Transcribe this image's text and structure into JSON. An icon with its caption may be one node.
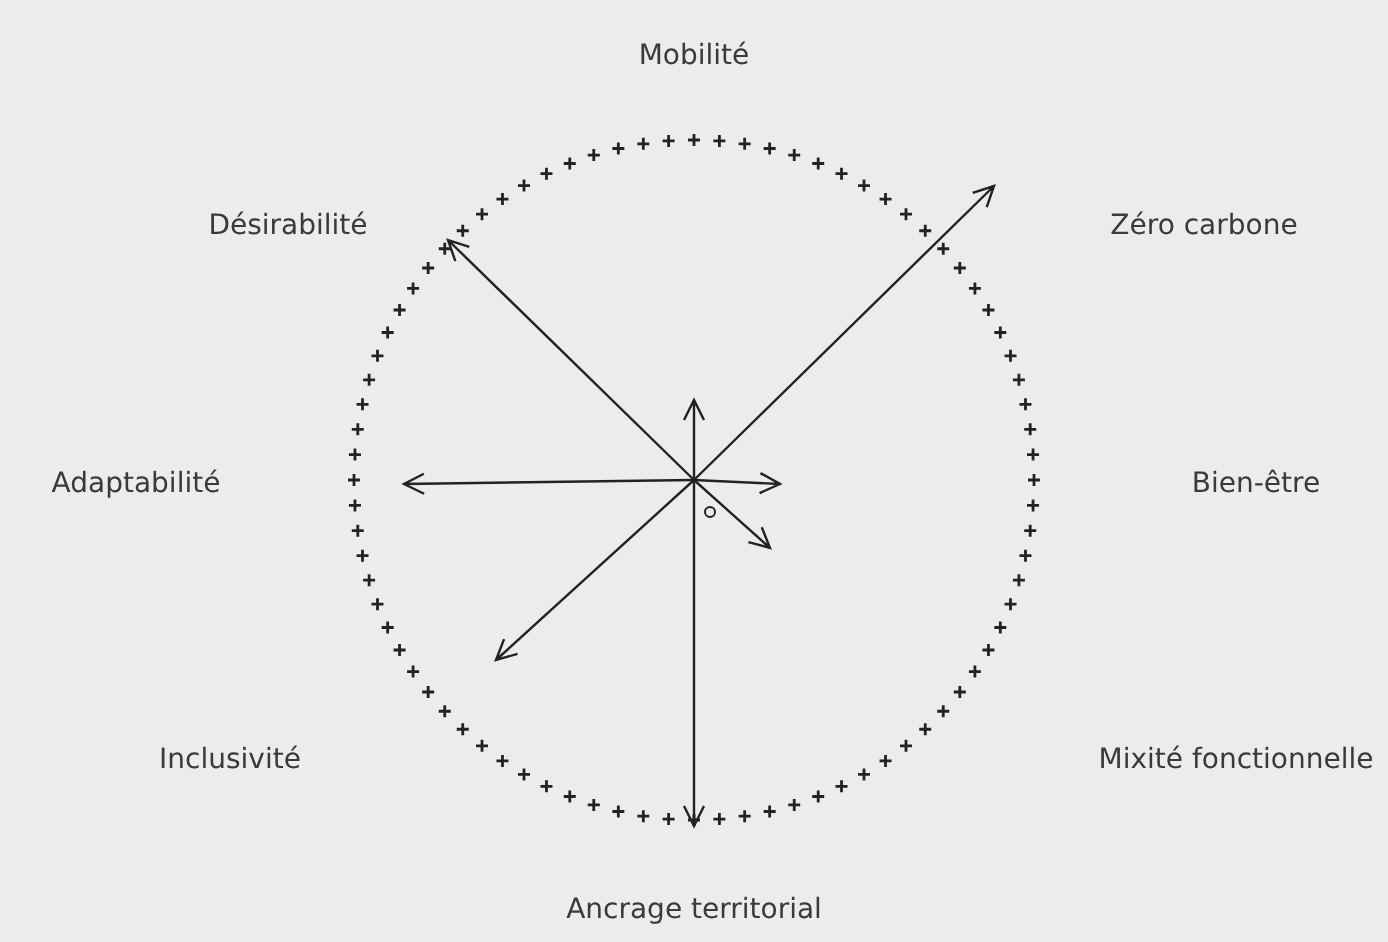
{
  "diagram": {
    "labels": [
      "Mobilité",
      "Désirabilité",
      "Zéro carbone",
      "Adaptabilité",
      "Bien-être",
      "Inclusivité",
      "Mixité fonctionnelle",
      "Ancrage territorial"
    ]
  }
}
